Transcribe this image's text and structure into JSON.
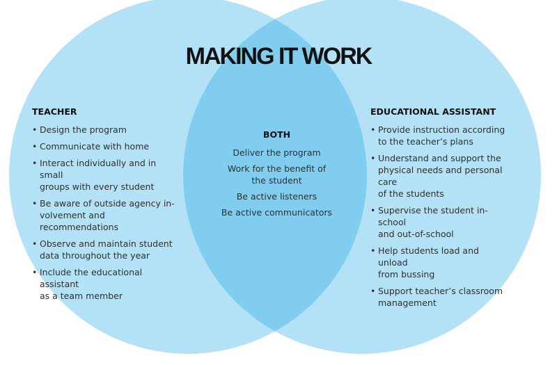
{
  "title": "MAKING IT WORK",
  "colors": {
    "left_circle": "#b3e2f7",
    "right_circle": "#b3e2f7",
    "overlap": "#80cdf0",
    "text": "#2f2f2f"
  },
  "teacher": {
    "heading": "TEACHER",
    "items": [
      [
        "Design the program"
      ],
      [
        "Communicate with home"
      ],
      [
        "Interact individually and in small",
        "groups with every student"
      ],
      [
        "Be aware of outside agency in-",
        "volvement and recommendations"
      ],
      [
        "Observe and maintain student",
        "data throughout the year"
      ],
      [
        "Include the educational assistant",
        "as a team member"
      ]
    ]
  },
  "both": {
    "heading": "BOTH",
    "items": [
      [
        "Deliver the program"
      ],
      [
        "Work for the benefit of",
        "the student"
      ],
      [
        "Be active listeners"
      ],
      [
        "Be active communicators"
      ]
    ]
  },
  "assistant": {
    "heading": "EDUCATIONAL ASSISTANT",
    "items": [
      [
        "Provide instruction according",
        "to the teacher’s plans"
      ],
      [
        "Understand and support the",
        "physical needs and personal care",
        "of the students"
      ],
      [
        "Supervise the student in-school",
        "and out-of-school"
      ],
      [
        "Help students load and unload",
        "from bussing"
      ],
      [
        "Support teacher’s classroom",
        "management"
      ]
    ]
  }
}
